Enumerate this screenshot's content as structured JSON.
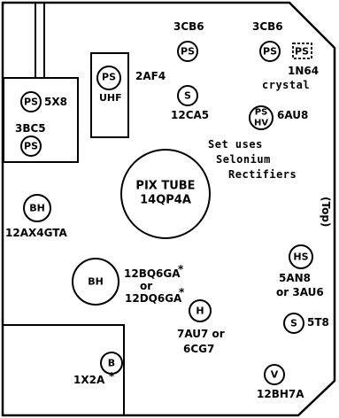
{
  "tubes": {
    "t3cb6_left": {
      "code": "PS",
      "label": "3CB6"
    },
    "t3cb6_right": {
      "code": "PS",
      "label": "3CB6"
    },
    "diode": {
      "code": "PS",
      "label": "1N64",
      "label2": "crystal"
    },
    "t5x8": {
      "code": "PS",
      "label": "5X8"
    },
    "t3bc5": {
      "code": "PS",
      "label": "3BC5"
    },
    "uhf": {
      "code": "PS",
      "sub": "UHF",
      "label": "2AF4"
    },
    "t12ca5": {
      "code": "S",
      "label": "12CA5"
    },
    "t6au8": {
      "code": "PS",
      "sub": "HV",
      "label": "6AU8"
    },
    "pix": {
      "line1": "PIX TUBE",
      "line2": "14QP4A"
    },
    "t12ax4": {
      "code": "BH",
      "label": "12AX4GTA"
    },
    "t12bq6": {
      "code": "BH",
      "label": "12BQ6GA",
      "mark1": "*",
      "or": "or",
      "label2": "12DQ6GA",
      "mark2": "*"
    },
    "t7au7": {
      "code": "H",
      "label": "7AU7 or",
      "label2": "6CG7"
    },
    "t5an8": {
      "code": "HS",
      "label": "5AN8",
      "label2": "or 3AU6"
    },
    "t5t8": {
      "code": "S",
      "label": "5T8"
    },
    "t1x2a": {
      "code": "B",
      "label": "1X2A",
      "mark": "*"
    },
    "t12bh7": {
      "code": "V",
      "label": "12BH7A"
    }
  },
  "notes": {
    "line1": "Set uses",
    "line2": "Selonium",
    "line3": "Rectifiers",
    "top": "(Top)"
  }
}
